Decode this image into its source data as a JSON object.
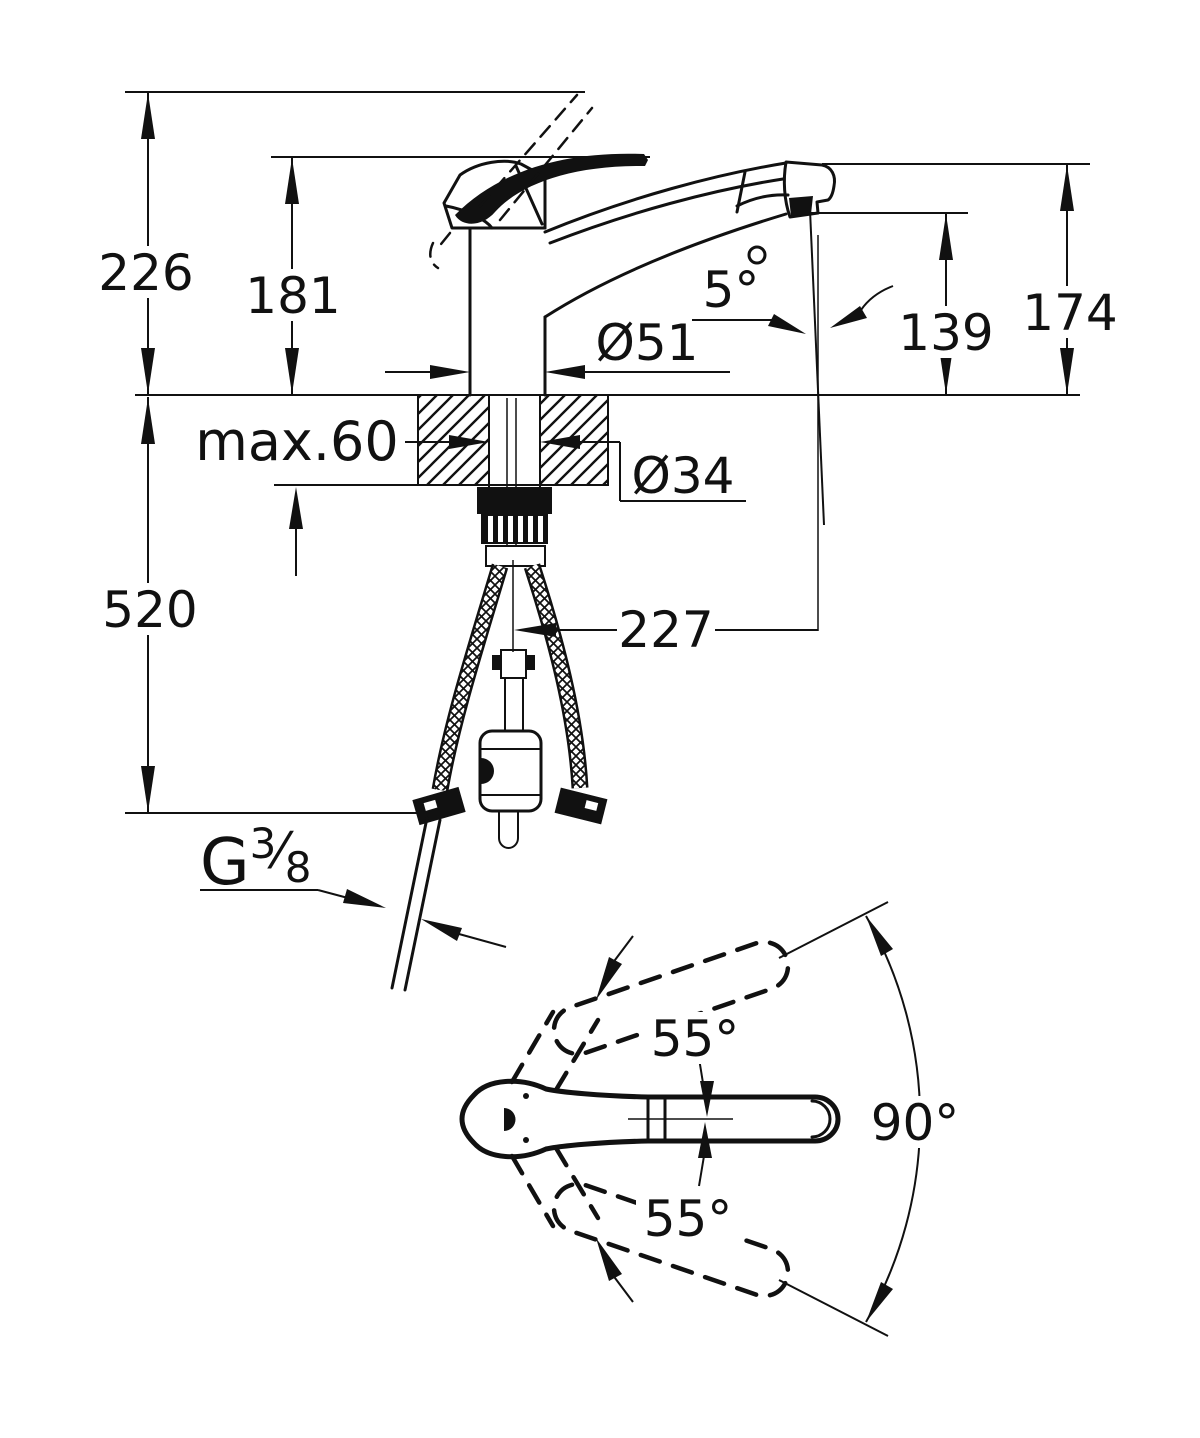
{
  "drawing_type": "faucet-installation-dimension-diagram",
  "colors": {
    "line": "#111111",
    "background": "#ffffff"
  },
  "side_view": {
    "total_height": "226",
    "handle_height": "181",
    "spout_top_height": "174",
    "outlet_height": "139",
    "outlet_angle": "5°",
    "body_diameter": "Ø51",
    "deck_max_thickness": "max.60",
    "shank_diameter": "Ø34",
    "hose_drop_length": "520",
    "spout_reach": "227",
    "supply_thread": {
      "letter": "G",
      "numerator": "3",
      "slash": "⁄",
      "denominator": "8"
    }
  },
  "plan_view": {
    "handle_swing_upper": "55°",
    "handle_swing_total": "90°",
    "handle_swing_lower": "55°"
  }
}
